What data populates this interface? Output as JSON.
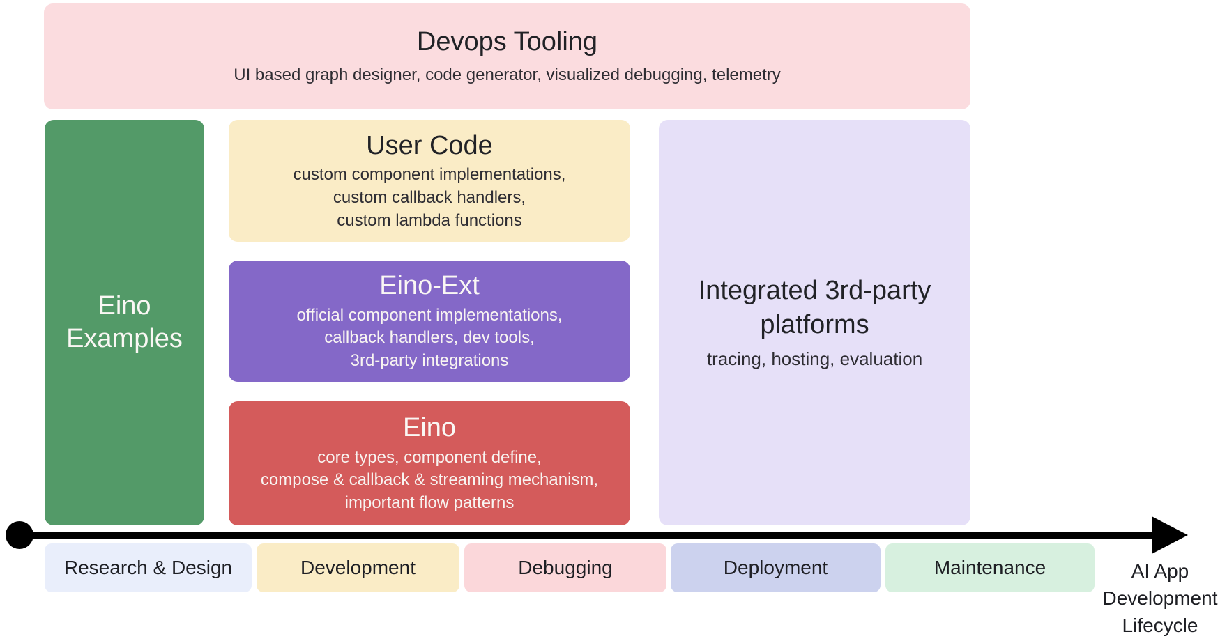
{
  "diagram": {
    "devops": {
      "title": "Devops Tooling",
      "subtitle": "UI based graph designer, code generator, visualized debugging, telemetry",
      "bg": "#FBDCDF"
    },
    "eino_examples": {
      "title": "Eino Examples",
      "bg": "#539A68"
    },
    "user_code": {
      "title": "User Code",
      "lines": [
        "custom component implementations,",
        "custom callback handlers,",
        "custom lambda functions"
      ],
      "bg": "#FAECC6"
    },
    "eino_ext": {
      "title": "Eino-Ext",
      "lines": [
        "official component implementations,",
        "callback handlers, dev tools,",
        "3rd-party integrations"
      ],
      "bg": "#8468C8"
    },
    "eino": {
      "title": "Eino",
      "lines": [
        "core types, component define,",
        "compose & callback & streaming mechanism,",
        "important flow patterns"
      ],
      "bg": "#D45B5B"
    },
    "integrated": {
      "title": "Integrated 3rd-party platforms",
      "subtitle": "tracing, hosting, evaluation",
      "bg": "#E6E0F8"
    },
    "timeline": {
      "axis_color": "#000000",
      "stages": [
        {
          "label": "Research & Design",
          "bg": "#E9EEFB"
        },
        {
          "label": "Development",
          "bg": "#FAECC6"
        },
        {
          "label": "Debugging",
          "bg": "#FBD7DA"
        },
        {
          "label": "Deployment",
          "bg": "#CCD2EE"
        },
        {
          "label": "Maintenance",
          "bg": "#D7F0DF"
        }
      ],
      "axis_label": "AI App Development Lifecycle"
    }
  }
}
